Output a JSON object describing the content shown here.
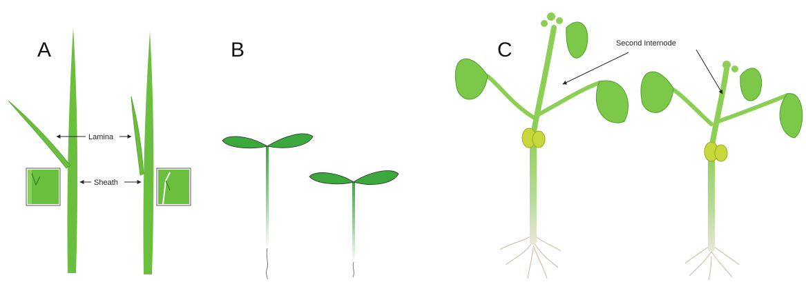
{
  "panels": {
    "a": {
      "letter": "A",
      "lamina_label": "Lamina",
      "sheath_label": "Sheath"
    },
    "b": {
      "letter": "B"
    },
    "c": {
      "letter": "C",
      "internode_label": "Second Internode"
    }
  },
  "colors": {
    "leaf_green": "#6bbf3f",
    "leaf_dark": "#4e9e2a",
    "cotyledon_green": "#3aa83a",
    "bean_leaf": "#7cc94a",
    "bean_cotyledon": "#c8d83a",
    "root": "#c9b8a0"
  }
}
